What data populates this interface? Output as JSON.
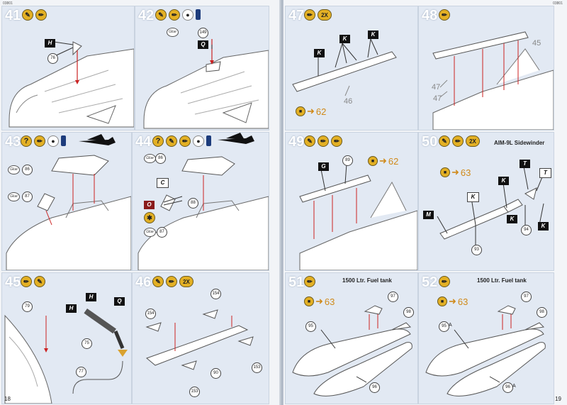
{
  "left_page": {
    "catalog_number": "03801",
    "page_number": "18",
    "steps": [
      {
        "number": "41",
        "labels": {
          "tag": "H",
          "part": "76"
        }
      },
      {
        "number": "42",
        "labels": {
          "glue": "Glue",
          "part": "149",
          "tag": "Q"
        }
      },
      {
        "number": "43",
        "labels": {
          "glue1": "Glue",
          "part1": "86",
          "glue2": "Glue",
          "part2": "87"
        }
      },
      {
        "number": "44",
        "labels": {
          "glue1": "Glue",
          "part1": "86",
          "tag1": "C",
          "tag2": "O",
          "part2": "88",
          "glue2": "Glue",
          "part3": "87"
        }
      },
      {
        "number": "45",
        "labels": {
          "part1": "79",
          "tag1": "H",
          "tag2": "H",
          "tag3": "Q",
          "part2": "75",
          "part3": "77"
        }
      },
      {
        "number": "46",
        "badge": "2X",
        "labels": {
          "part1": "154",
          "part2": "154",
          "part3": "90",
          "part4": "153",
          "part5": "153"
        }
      }
    ]
  },
  "right_page": {
    "catalog_number": "03801",
    "page_number": "19",
    "steps": [
      {
        "number": "47",
        "badge": "2X",
        "labels": {
          "tag1": "K",
          "tag2": "K",
          "tag3": "K",
          "part": "46",
          "ref": "62"
        }
      },
      {
        "number": "48",
        "labels": {
          "part1": "45",
          "part2": "47",
          "part3": "47"
        }
      },
      {
        "number": "49",
        "labels": {
          "tag": "G",
          "part": "89",
          "ref": "62"
        }
      },
      {
        "number": "50",
        "badge": "2X",
        "title": "AIM-9L Sidewinder",
        "labels": {
          "ref": "63",
          "tag1": "K",
          "tag2": "T",
          "tag3": "K",
          "tag4": "T",
          "tag5": "M",
          "tag6": "K",
          "tag7": "K",
          "tag8": "K",
          "part1": "94",
          "part2": "93"
        }
      },
      {
        "number": "51",
        "title": "1500 Ltr. Fuel tank",
        "labels": {
          "ref": "63",
          "part1": "97",
          "part2": "98",
          "part3": "95",
          "part4": "96"
        }
      },
      {
        "number": "52",
        "title": "1500 Ltr. Fuel tank",
        "labels": {
          "ref": "63",
          "part1": "97",
          "part2": "98",
          "part3": "95",
          "part3_suffix": "A",
          "part4": "96",
          "part4_suffix": "A"
        }
      }
    ]
  },
  "icons": {
    "paint_color": "#1d3c7c",
    "accent_yellow": "#e3b024",
    "ref_arrow_color": "#d08a1a"
  }
}
